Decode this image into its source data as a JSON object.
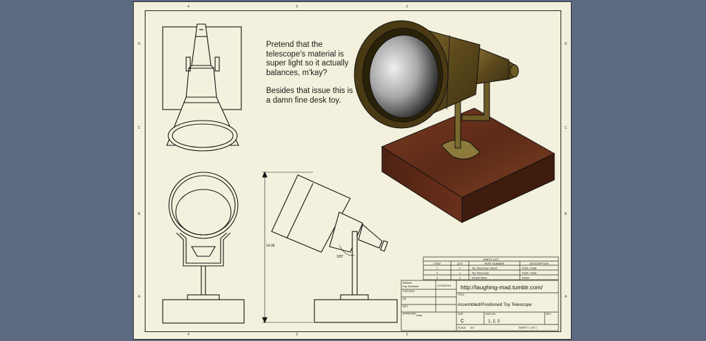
{
  "note": {
    "line1": "Pretend that the telescope's material is super light so it actually balances, m'kay?",
    "line2": "Besides that issue this is a damn fine desk toy."
  },
  "zones": {
    "top": [
      "4",
      "3",
      "2"
    ],
    "bottom": [
      "4",
      "3",
      "2"
    ],
    "left": [
      "D",
      "C",
      "B",
      "A"
    ],
    "right": [
      "D",
      "C",
      "B",
      "A"
    ]
  },
  "dims": {
    "height": "14.96",
    "angle": "105°"
  },
  "parts_list": {
    "title": "PARTS LIST",
    "headers": [
      "ITEM",
      "QTY",
      "PART NUMBER",
      "DESCRIPTION"
    ],
    "rows": [
      [
        "1",
        "1",
        "Toy Telescope Stand",
        "Paint, metal"
      ],
      [
        "2",
        "1",
        "Toy Telescope",
        "Paint, metal"
      ],
      [
        "3",
        "1",
        "Simple Base",
        "Wood"
      ]
    ]
  },
  "title_block": {
    "drawn_label": "DRAWN",
    "drawn_name": "Kay Shiskane",
    "date": "12/23/2013",
    "checked_label": "CHECKED",
    "qa_label": "QA",
    "mfg_label": "MFG",
    "approved_label": "APPROVED",
    "approved_val": "Insta",
    "url": "http://laughing-mad.tumblr.com/",
    "title_label": "TITLE",
    "title": "Assembled/Positioned Toy Telescope",
    "size_label": "SIZE",
    "size": "C",
    "dwg_label": "DWG NO",
    "dwg": "1, 2, 3",
    "rev_label": "REV",
    "scale_label": "SCALE",
    "scale": "3/4",
    "sheet": "SHEET 1 OF 1"
  }
}
